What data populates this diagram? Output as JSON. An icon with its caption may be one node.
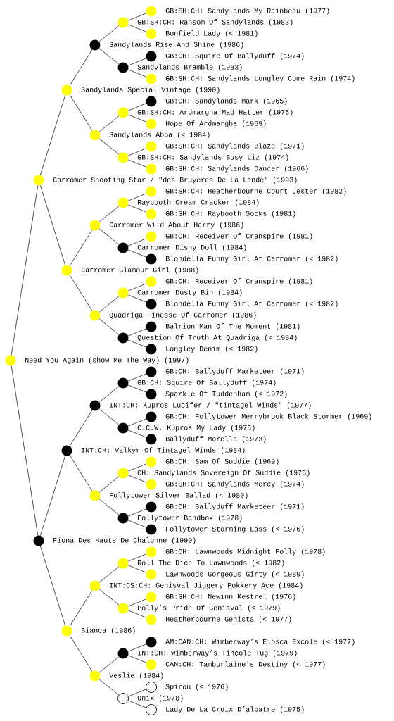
{
  "diagram": {
    "nodes": [
      {
        "text": [
          "GB:SH:CH: Sandylands My Rainbeau (1977)"
        ]
      },
      {
        "text": [
          "GB:SH:CH: Ransom Of Sandylands (1983)"
        ]
      },
      {
        "text": [
          "Bonfield Lady (< 1981)"
        ]
      },
      {
        "text": [
          "Sandylands Rise And Shine (1986)"
        ]
      },
      {
        "text": [
          "GB:CH: Squire Of Ballyduff (1974)"
        ]
      },
      {
        "text": [
          "Sandylands Bramble (1983)"
        ]
      },
      {
        "text": [
          "GB:SH:CH: Sandylands Longley Come Rain (1974)"
        ]
      },
      {
        "text": [
          "Sandylands Special Vintage (1990)"
        ]
      },
      {
        "text": [
          "GB:CH: Sandylands Mark (1965)"
        ]
      },
      {
        "text": [
          "GB:SH:CH: Ardmargha Mad Hatter (1975)"
        ]
      },
      {
        "text": [
          "Hope Of Ardmargha (1969)"
        ]
      },
      {
        "text": [
          "Sandylands Abba (< 1984)"
        ]
      },
      {
        "text": [
          "GB:SH:CH: Sandylands Blaze (1971)"
        ]
      },
      {
        "text": [
          "GB:SH:CH: Sandylands Busy Liz (1974)"
        ]
      },
      {
        "text": [
          "GB:SH:CH: Sandylands Dancer (1966)"
        ]
      },
      {
        "text": [
          "Carromer Shooting Star / \"des Bruyeres De La Lande\" (1993)"
        ]
      },
      {
        "text": [
          "GB:SH:CH: Heatherbourne Court Jester (1982)"
        ]
      },
      {
        "text": [
          "Raybooth Cream Cracker (1984)"
        ]
      },
      {
        "text": [
          "GB:SH:CH: Raybooth Socks (1981)"
        ]
      },
      {
        "text": [
          "Carromer Wild About Harry (1986)"
        ]
      },
      {
        "text": [
          "GB:CH: Receiver Of Cranspire (1981)"
        ]
      },
      {
        "text": [
          "Carromer Dishy Doll (1984)"
        ]
      },
      {
        "text": [
          "Blondella Funny Girl At Carromer (< 1982)"
        ]
      },
      {
        "text": [
          "Carromer Glamour Girl (1988)"
        ]
      },
      {
        "text": [
          "GB:CH: Receiver Of Cranspire (1981)"
        ]
      },
      {
        "text": [
          "Carromer Dusty Bin (1984)"
        ]
      },
      {
        "text": [
          "Blondella Funny Girl At Carromer (< 1982)"
        ]
      },
      {
        "text": [
          "Quadriga Finesse Of Carromer (1986)"
        ]
      },
      {
        "text": [
          "Balrion Man Of The Moment (1981)"
        ]
      },
      {
        "text": [
          "Question Of Truth At Quadriga (< 1984)"
        ]
      },
      {
        "text": [
          "Longley Denim (< 1982)"
        ]
      },
      {
        "text": [
          "Need You Again (show Me The Way) (1997)"
        ]
      },
      {
        "text": [
          "GB:CH: Ballyduff Marketeer (1971)"
        ]
      },
      {
        "text": [
          "GB:CH: Squire Of Ballyduff (1974)"
        ]
      },
      {
        "text": [
          "Sparkle Of Tuddenham (< 1972)"
        ]
      },
      {
        "text": [
          "INT:CH: Kupros Lucifer / \"tintagel Winds\" (1977)"
        ]
      },
      {
        "text": [
          "GB:CH: Follytower Merrybrook Black Stormer (1969)"
        ]
      },
      {
        "text": [
          "C.C.W. Kupros My Lady (1975)"
        ]
      },
      {
        "text": [
          "Ballyduff Morella (1973)"
        ]
      },
      {
        "text": [
          "INT:CH: Valkyr Of Tintagel Winds (1984)"
        ]
      },
      {
        "text": [
          "GB:CH: Sam Of Suddie (1969)"
        ]
      },
      {
        "text": [
          "CH: Sandylands Sovereign Of Suddie (1975)"
        ]
      },
      {
        "text": [
          "GB:SH:CH: Sandylands Mercy (1974)"
        ]
      },
      {
        "text": [
          "Follytower Silver Ballad (< 1980)"
        ]
      },
      {
        "text": [
          "GB:CH: Ballyduff Marketeer (1971)"
        ]
      },
      {
        "text": [
          "Follytower Bandbox (1978)"
        ]
      },
      {
        "text": [
          "Follytower Storming Lass (< 1976)"
        ]
      },
      {
        "text": [
          "Fiona Des Hauts De Chalonne (1990)"
        ]
      },
      {
        "text": [
          "GB:CH: Lawnwoods Midnight Folly (1978)"
        ]
      },
      {
        "text": [
          "Roll The Dice To Lawnwoods (< 1982)"
        ]
      },
      {
        "text": [
          "Lawnwoods Gorgeous Girty (< 1980)"
        ]
      },
      {
        "text": [
          "INT:CS:CH: Genisval Jiggery Pokkery Ace (1984)"
        ]
      },
      {
        "text": [
          "GB:SH:CH: Newinn Kestrel (1976)"
        ]
      },
      {
        "text": [
          "Polly’s Pride Of Genisval (< 1979)"
        ]
      },
      {
        "text": [
          "Heatherbourne Genista (< 1977)"
        ]
      },
      {
        "text": [
          "Bianca (1986)"
        ]
      },
      {
        "text": [
          "AM:CAN:CH: Wimberway’s Elosca Excole (< 1977)"
        ]
      },
      {
        "text": [
          "INT:CH: Wimberway’s Tincole Tug (1979)"
        ]
      },
      {
        "text": [
          "CAN:CH: Tamburlaine’s Destiny (< 1977)"
        ]
      },
      {
        "text": [
          "Veslie (1984)"
        ]
      },
      {
        "text": [
          "Spirou (< 1976)"
        ]
      },
      {
        "text": [
          "Onix (1978)"
        ]
      },
      {
        "text": [
          "Lady De La Croix D’albatre (1975)"
        ]
      }
    ],
    "edges": [
      {
        "from": 1,
        "to": 0,
        "arrow": "none"
      },
      {
        "from": 3,
        "to": 1,
        "arrow": "none"
      },
      {
        "from": 1,
        "to": 2,
        "arrow": "none"
      },
      {
        "from": 7,
        "to": 3,
        "arrow": "none"
      },
      {
        "from": 5,
        "to": 4,
        "arrow": "none"
      },
      {
        "from": 3,
        "to": 5,
        "arrow": "none"
      },
      {
        "from": 5,
        "to": 6,
        "arrow": "none"
      },
      {
        "from": 15,
        "to": 7,
        "arrow": "none"
      },
      {
        "from": 9,
        "to": 8,
        "arrow": "none"
      },
      {
        "from": 11,
        "to": 9,
        "arrow": "none"
      },
      {
        "from": 9,
        "to": 10,
        "arrow": "none"
      },
      {
        "from": 7,
        "to": 11,
        "arrow": "none"
      },
      {
        "from": 13,
        "to": 12,
        "arrow": "none"
      },
      {
        "from": 11,
        "to": 13,
        "arrow": "none"
      },
      {
        "from": 13,
        "to": 14,
        "arrow": "none"
      },
      {
        "from": 31,
        "to": 15,
        "arrow": "none"
      },
      {
        "from": 17,
        "to": 16,
        "arrow": "none"
      },
      {
        "from": 19,
        "to": 17,
        "arrow": "none"
      },
      {
        "from": 17,
        "to": 18,
        "arrow": "none"
      },
      {
        "from": 23,
        "to": 19,
        "arrow": "none"
      },
      {
        "from": 21,
        "to": 20,
        "arrow": "none"
      },
      {
        "from": 19,
        "to": 21,
        "arrow": "none"
      },
      {
        "from": 21,
        "to": 22,
        "arrow": "none"
      },
      {
        "from": 15,
        "to": 23,
        "arrow": "none"
      },
      {
        "from": 25,
        "to": 24,
        "arrow": "none"
      },
      {
        "from": 27,
        "to": 25,
        "arrow": "none"
      },
      {
        "from": 25,
        "to": 26,
        "arrow": "none"
      },
      {
        "from": 23,
        "to": 27,
        "arrow": "none"
      },
      {
        "from": 29,
        "to": 28,
        "arrow": "none"
      },
      {
        "from": 27,
        "to": 29,
        "arrow": "none"
      },
      {
        "from": 29,
        "to": 30,
        "arrow": "none"
      },
      {
        "from": 33,
        "to": 32,
        "arrow": "none"
      },
      {
        "from": 35,
        "to": 33,
        "arrow": "none"
      },
      {
        "from": 33,
        "to": 34,
        "arrow": "none"
      },
      {
        "from": 39,
        "to": 35,
        "arrow": "none"
      },
      {
        "from": 37,
        "to": 36,
        "arrow": "none"
      },
      {
        "from": 35,
        "to": 37,
        "arrow": "none"
      },
      {
        "from": 37,
        "to": 38,
        "arrow": "none"
      },
      {
        "from": 47,
        "to": 39,
        "arrow": "none"
      },
      {
        "from": 41,
        "to": 40,
        "arrow": "none"
      },
      {
        "from": 43,
        "to": 41,
        "arrow": "none"
      },
      {
        "from": 41,
        "to": 42,
        "arrow": "none"
      },
      {
        "from": 39,
        "to": 43,
        "arrow": "none"
      },
      {
        "from": 45,
        "to": 44,
        "arrow": "none"
      },
      {
        "from": 43,
        "to": 45,
        "arrow": "none"
      },
      {
        "from": 45,
        "to": 46,
        "arrow": "none"
      },
      {
        "from": 31,
        "to": 47,
        "arrow": "none"
      },
      {
        "from": 49,
        "to": 48,
        "arrow": "none"
      },
      {
        "from": 51,
        "to": 49,
        "arrow": "none"
      },
      {
        "from": 49,
        "to": 50,
        "arrow": "none"
      },
      {
        "from": 55,
        "to": 51,
        "arrow": "none"
      },
      {
        "from": 53,
        "to": 52,
        "arrow": "none"
      },
      {
        "from": 51,
        "to": 53,
        "arrow": "none"
      },
      {
        "from": 53,
        "to": 54,
        "arrow": "none"
      },
      {
        "from": 47,
        "to": 55,
        "arrow": "none"
      },
      {
        "from": 57,
        "to": 56,
        "arrow": "none"
      },
      {
        "from": 59,
        "to": 57,
        "arrow": "none"
      },
      {
        "from": 57,
        "to": 58,
        "arrow": "none"
      },
      {
        "from": 55,
        "to": 59,
        "arrow": "none"
      },
      {
        "from": 61,
        "to": 60,
        "arrow": "none"
      },
      {
        "from": 59,
        "to": 61,
        "arrow": "none"
      },
      {
        "from": 61,
        "to": 62,
        "arrow": "none"
      }
    ]
  }
}
